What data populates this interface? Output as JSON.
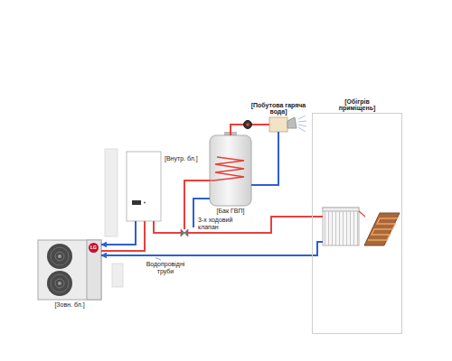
{
  "diagram": {
    "nodes": [
      {
        "text": [
          "[Внутр. бл.]"
        ]
      },
      {
        "text": [
          "3-х ходовий клапан"
        ]
      },
      {
        "text": [
          "[Бак ГВП]"
        ]
      },
      {
        "text": [
          "[Побутова гаряча вода]"
        ]
      },
      {
        "text": [
          "[Обігрів приміщень]"
        ]
      },
      {
        "text": [
          "[Зовн. бл.]"
        ]
      }
    ],
    "edges": [
      {
        "from": 0,
        "to": 5,
        "arrow": "to"
      },
      {
        "from": 0,
        "to": 1,
        "arrow": "none"
      },
      {
        "from": 1,
        "to": 2,
        "arrow": "none"
      },
      {
        "from": 1,
        "to": 4,
        "arrow": "none"
      },
      {
        "from": 2,
        "to": 3,
        "arrow": "none"
      },
      {
        "from": 4,
        "to": 5,
        "arrow": "to"
      }
    ],
    "labels": [
      "Водопровідні труби",
      "LG"
    ]
  }
}
